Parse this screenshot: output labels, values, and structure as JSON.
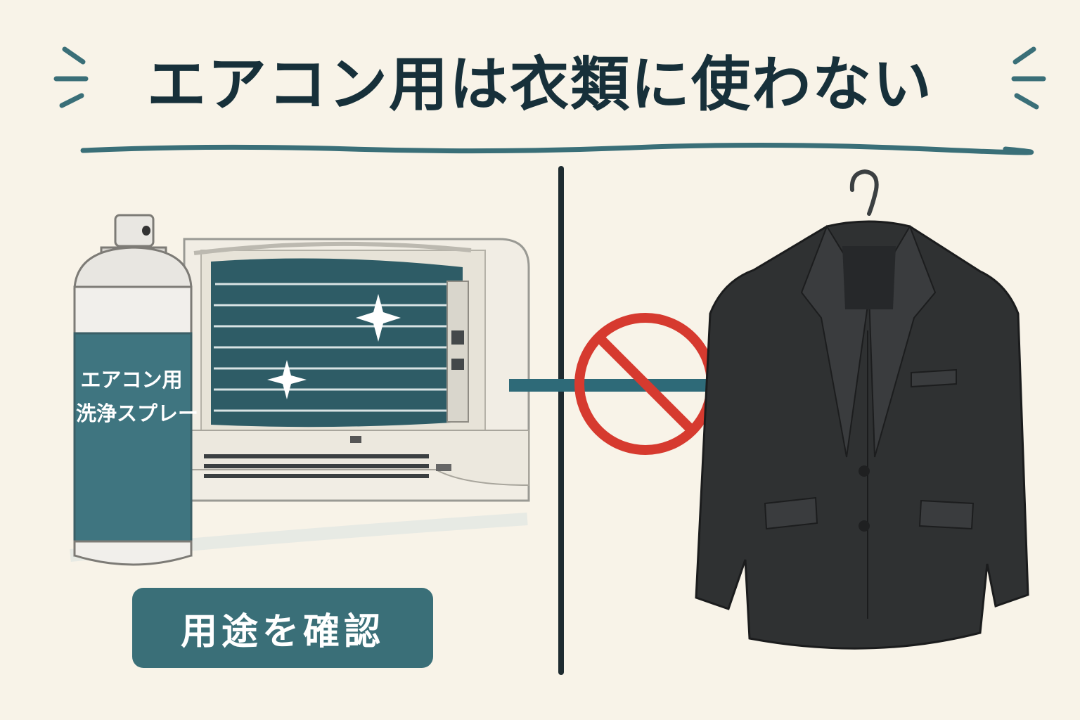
{
  "title": "エアコン用は衣類に使わない",
  "spray_can": {
    "label_line1": "エアコン用",
    "label_line2": "洗浄スプレー"
  },
  "badge": "用途を確認",
  "icons": {
    "prohibition": "no-symbol-icon",
    "arrow": "arrow-right-icon",
    "sparkle": "sparkle-icon",
    "hanger": "hanger-icon"
  },
  "colors": {
    "background": "#f8f3e8",
    "title": "#17303a",
    "teal": "#3a6f78",
    "prohibition_red": "#d63a2f",
    "jacket": "#2f3132"
  }
}
